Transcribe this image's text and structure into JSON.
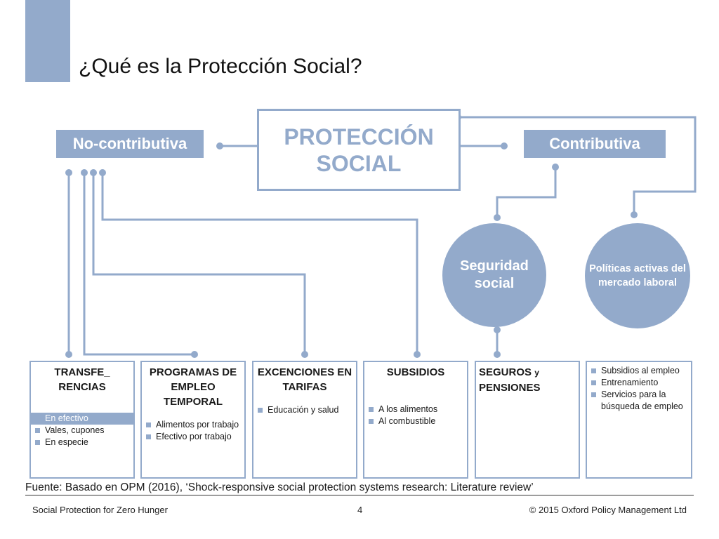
{
  "slide": {
    "title": "¿Qué es la Protección Social?",
    "accent_color": "#93aacb"
  },
  "center": {
    "text": "PROTECCIÓN SOCIAL"
  },
  "branches": {
    "left": "No-contributiva",
    "right": "Contributiva"
  },
  "circles": {
    "security": "Seguridad social",
    "policies": "Políticas activas del mercado laboral"
  },
  "columns": [
    {
      "title": "TRANSFE_ RENCIAS",
      "items": [
        "En efectivo",
        "Vales, cupones",
        "En especie"
      ]
    },
    {
      "title": "PROGRAMAS DE EMPLEO TEMPORAL",
      "items": [
        "Alimentos por trabajo",
        "Efectivo por trabajo"
      ]
    },
    {
      "title": "EXCENCIONES EN TARIFAS",
      "items": [
        "Educación y salud"
      ]
    },
    {
      "title": "SUBSIDIOS",
      "items": [
        "A los alimentos",
        "Al combustible"
      ]
    },
    {
      "title_main": "SEGUROS",
      "title_small": "y",
      "title_rest": "PENSIONES",
      "items": []
    },
    {
      "title": "",
      "items": [
        "Subsidios al empleo",
        "Entrenamiento",
        "Servicios para la búsqueda de empleo"
      ]
    }
  ],
  "source": "Fuente:  Basado en OPM (2016), ‘Shock-responsive social protection systems research: Literature review’",
  "footer": {
    "left": "Social Protection for Zero Hunger",
    "page": "4",
    "right": "© 2015 Oxford Policy Management Ltd"
  }
}
